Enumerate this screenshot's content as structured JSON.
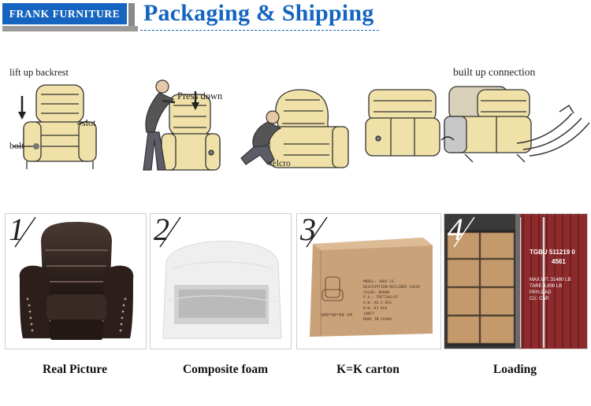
{
  "header": {
    "brand": "FRANK FURNITURE",
    "title": "Packaging & Shipping"
  },
  "assembly": {
    "lift_label": "lift up backrest",
    "slot_label": "slot",
    "bolt_label": "bolt",
    "press_label": "Press down",
    "velcro_label": "velcro",
    "connection_label": "built up connection"
  },
  "steps": [
    {
      "number": "1",
      "caption": "Real Picture"
    },
    {
      "number": "2",
      "caption": "Composite foam"
    },
    {
      "number": "3",
      "caption": "K=K carton"
    },
    {
      "number": "4",
      "caption": "Loading"
    }
  ],
  "carton": {
    "model": "MODEL: 3805-1S",
    "description": "DESCRIPTION:RECLINER CHAIR",
    "color": "COLOR: BROWN",
    "po": "P.O.: FRF7106/07",
    "gw": "G.W.:46.5   KGS",
    "nw": "N.W.:41   KGS",
    "unit": "1UNIT",
    "made": "MADE IN CHINA",
    "size": "100*96*99 CM"
  },
  "container": {
    "id": "TGBU 511219 0",
    "code": "4561",
    "max_wt": "MAX.WT.",
    "max_val": "31480 LB",
    "tare": "TARE",
    "tare_val": "4,800 LB",
    "payload": "PAYLOAD",
    "cu": "CU. CAP."
  },
  "colors": {
    "brand_blue": "#1565c0",
    "chair_fill": "#efe1a8",
    "carton": "#c9a27a",
    "container": "#8e2a2c"
  }
}
